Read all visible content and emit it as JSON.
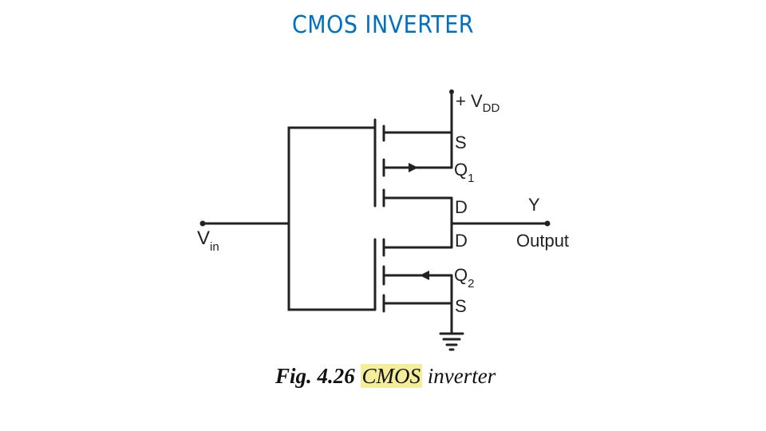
{
  "slide": {
    "title": "CMOS INVERTER"
  },
  "diagram": {
    "supply_label": "+ V",
    "supply_sub": "DD",
    "q1_source": "S",
    "q1_name": "Q",
    "q1_sub": "1",
    "q1_drain": "D",
    "q2_drain": "D",
    "q2_name": "Q",
    "q2_sub": "2",
    "q2_source": "S",
    "output_symbol": "Y",
    "output_label": "Output",
    "input_label": "V",
    "input_sub": "in"
  },
  "caption": {
    "figure_number": "Fig. 4.26",
    "highlight": "CMOS",
    "rest": "inverter"
  }
}
